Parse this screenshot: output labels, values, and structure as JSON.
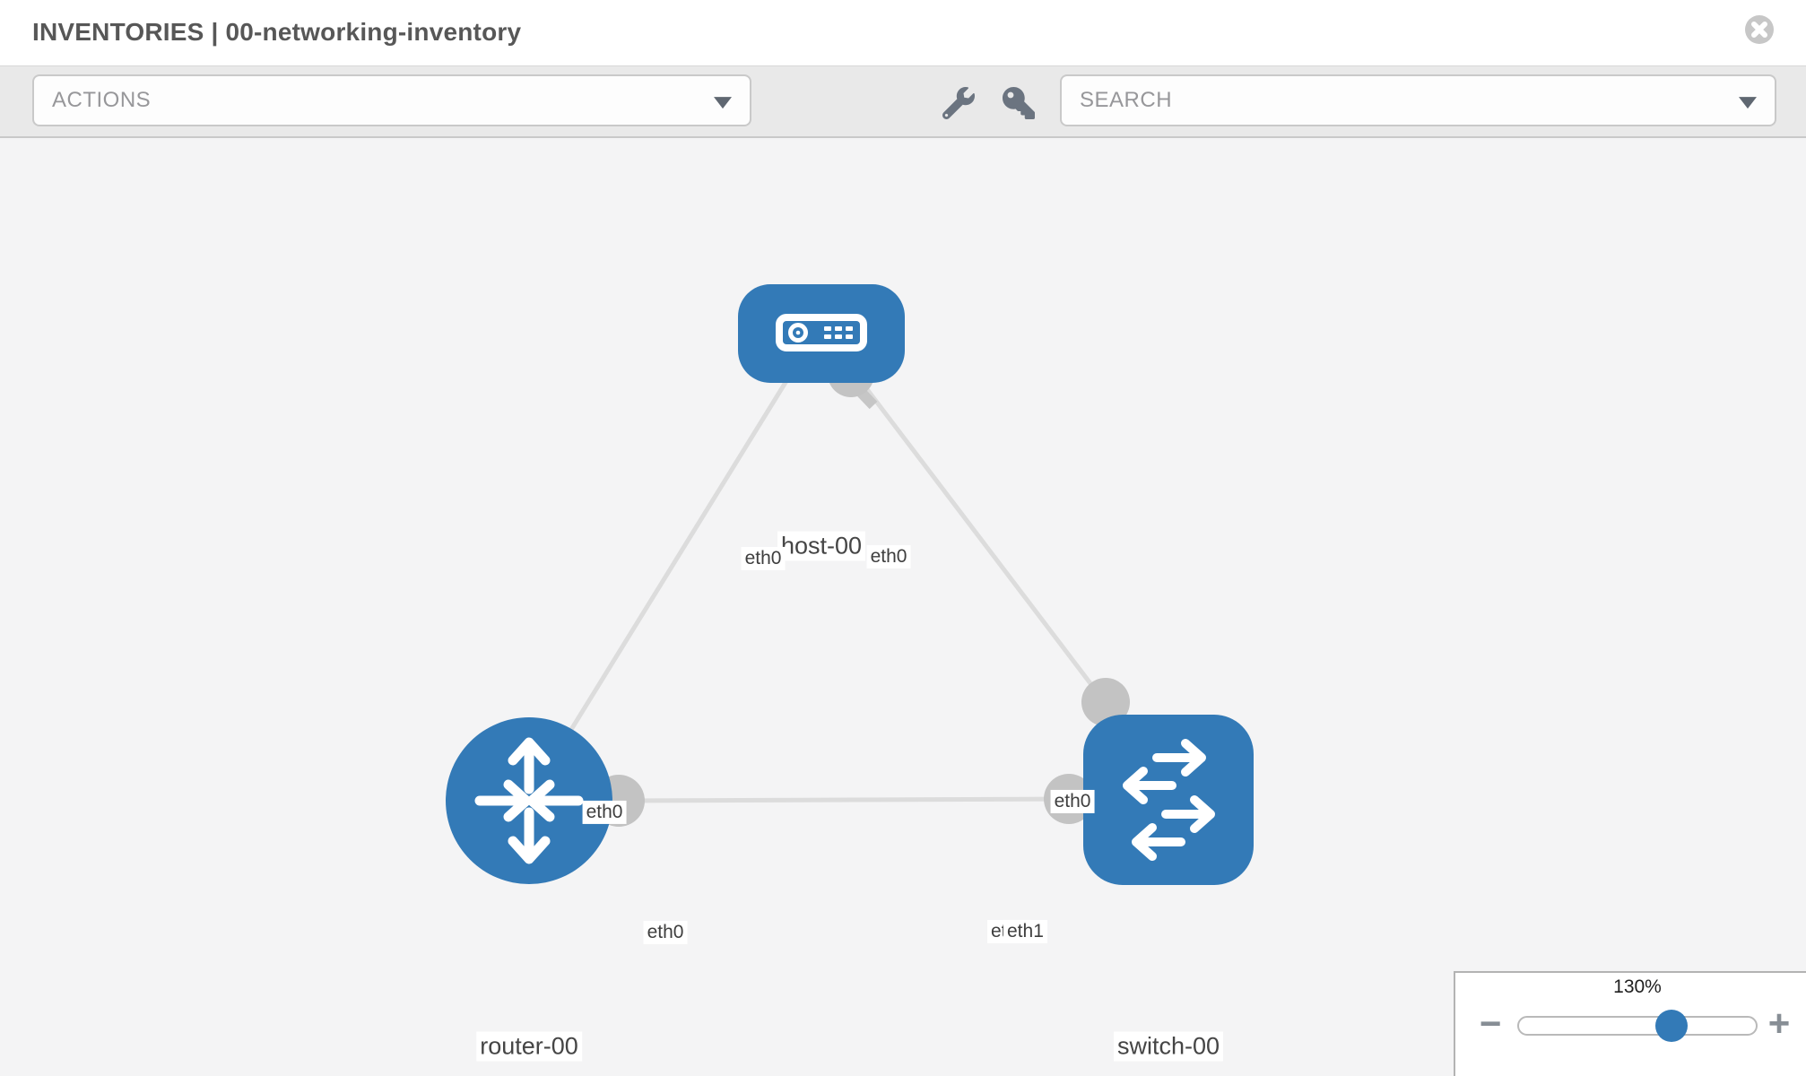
{
  "header": {
    "title": "INVENTORIES | 00-networking-inventory"
  },
  "toolbar": {
    "actions_label": "ACTIONS",
    "search_label": "SEARCH",
    "tools": [
      {
        "icon": "wrench-icon"
      },
      {
        "icon": "key-icon"
      }
    ]
  },
  "topology": {
    "nodes": [
      {
        "id": "host-00",
        "type": "host",
        "label": "host-00",
        "shape": "rounded-rect"
      },
      {
        "id": "router-00",
        "type": "router",
        "label": "router-00",
        "shape": "circle"
      },
      {
        "id": "switch-00",
        "type": "switch",
        "label": "switch-00",
        "shape": "rounded-square"
      }
    ],
    "links": [
      {
        "source": "host-00",
        "source_interface": "eth0",
        "target": "router-00",
        "target_interface": "eth0"
      },
      {
        "source": "host-00",
        "source_interface": "eth0",
        "target": "switch-00",
        "target_interface": "eth0"
      },
      {
        "source": "router-00",
        "source_interface": "eth0",
        "target": "switch-00",
        "target_interface": "eth1"
      }
    ],
    "interface_labels": {
      "host_to_router_near_host": "eth0",
      "host_to_router_near_router": "eth0",
      "host_to_switch_near_host": "eth0",
      "host_to_switch_near_switch": "eth0",
      "router_to_switch_near_router": "eth0",
      "router_to_switch_near_switch_back": "eth0",
      "router_to_switch_near_switch_front": "eth1"
    }
  },
  "zoom_control": {
    "value_label": "130%",
    "percent": 130,
    "minus_label": "−",
    "plus_label": "+",
    "slider_fraction": 0.642
  },
  "colors": {
    "node_fill": "#337ab7",
    "edge": "#dcdcdc",
    "connector": "#c3c3c3",
    "toolbar_bg": "#e9e9e9",
    "canvas_bg": "#f4f4f5",
    "accent_blue": "#337ab7"
  }
}
